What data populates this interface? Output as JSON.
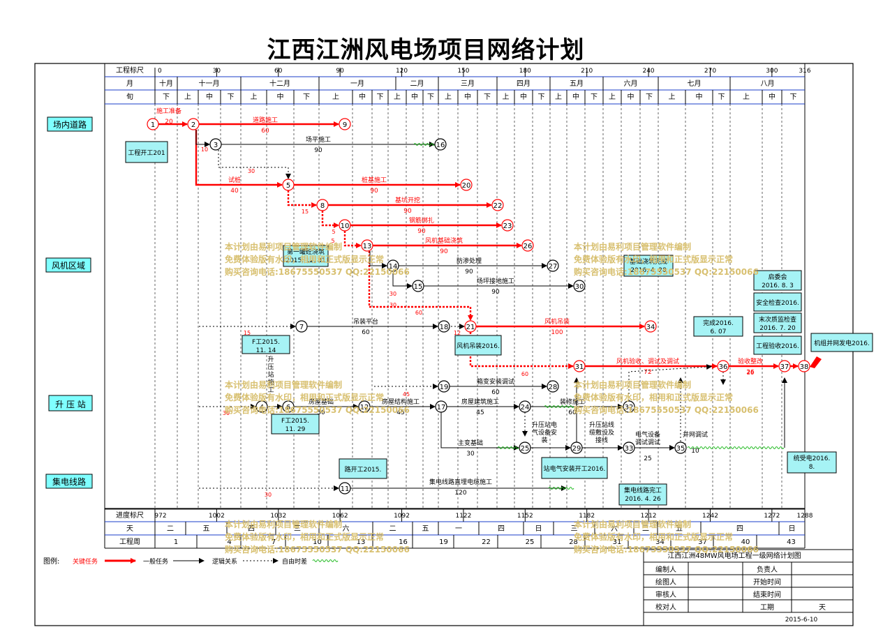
{
  "title": "江西江洲风电场项目网络计划",
  "colors": {
    "critical": "#ff0000",
    "normal": "#000000",
    "float": "#22bb22",
    "header_line": "#1a3cc8",
    "note_bg": "#a6f3f5",
    "tag_bg": "#7fffff",
    "watermark": "#d8c070"
  },
  "header": {
    "scale_label": "工程标尺",
    "month_label": "月",
    "xun_label": "旬",
    "scale_ticks": [
      "0",
      "30",
      "60",
      "90",
      "120",
      "150",
      "180",
      "210",
      "240",
      "270",
      "300",
      "316"
    ],
    "months": [
      "十月",
      "十一月",
      "十二月",
      "一月",
      "二月",
      "三月",
      "四月",
      "五月",
      "六月",
      "七月",
      "八月"
    ],
    "xun": [
      "下",
      "上",
      "中",
      "下",
      "上",
      "中",
      "下",
      "上",
      "中",
      "下",
      "上",
      "中",
      "下",
      "上",
      "中",
      "下",
      "上",
      "中",
      "下",
      "上",
      "中",
      "下",
      "上",
      "中",
      "下",
      "上",
      "中",
      "下",
      "上",
      "中",
      "下"
    ]
  },
  "bottom": {
    "progress_label": "进度标尺",
    "day_label": "天",
    "week_label": "工程周",
    "progress_ticks": [
      "972",
      "1002",
      "1032",
      "1062",
      "1092",
      "1122",
      "1152",
      "1182",
      "1212",
      "1242",
      "1272",
      "1288"
    ],
    "days": [
      "二",
      "五",
      "四",
      "三",
      "六",
      "二",
      "五",
      "一",
      "四",
      "日",
      "三",
      "六",
      "二",
      "五",
      "四",
      "日"
    ],
    "weeks": [
      "1",
      "4",
      "7",
      "10",
      "13",
      "16",
      "19",
      "22",
      "25",
      "28",
      "31",
      "34",
      "37",
      "40",
      "43"
    ]
  },
  "rows": [
    "场内道路",
    "风机区域",
    "升 压 站",
    "集电线路"
  ],
  "nodes": [
    "1",
    "2",
    "3",
    "4",
    "5",
    "6",
    "7",
    "8",
    "9",
    "10",
    "11",
    "12",
    "13",
    "14",
    "15",
    "16",
    "17",
    "18",
    "19",
    "20",
    "21",
    "22",
    "23",
    "24",
    "25",
    "26",
    "27",
    "28",
    "29",
    "30",
    "31",
    "32",
    "33",
    "34",
    "35",
    "36",
    "37",
    "38"
  ],
  "tasks": [
    {
      "name": "施工准备",
      "dur": "20"
    },
    {
      "name": "道路施工",
      "dur": "60"
    },
    {
      "name": "场平施工",
      "dur": "90"
    },
    {
      "name": "试桩",
      "dur": "40"
    },
    {
      "name": "桩基施工",
      "dur": "90"
    },
    {
      "name": "基坑开挖",
      "dur": "90"
    },
    {
      "name": "钢筋绑扎",
      "dur": "90"
    },
    {
      "name": "风机基础浇筑",
      "dur": "90"
    },
    {
      "name": "防渗处理",
      "dur": "90"
    },
    {
      "name": "场坪接地施工",
      "dur": "90"
    },
    {
      "name": "吊装平台",
      "dur": "60"
    },
    {
      "name": "风机吊装",
      "dur": "100"
    },
    {
      "name": "风机验收、调试及调试",
      "dur": "72"
    },
    {
      "name": "验收整改",
      "dur": "26"
    },
    {
      "name": "箱变安装调试",
      "dur": "60"
    },
    {
      "name": "房屋基础",
      "dur": "30"
    },
    {
      "name": "房屋结构施工",
      "dur": "45"
    },
    {
      "name": "房屋建筑施工",
      "dur": "45"
    },
    {
      "name": "装修施工",
      "dur": "60"
    },
    {
      "name": "主变基础",
      "dur": "30"
    },
    {
      "name": "升压站电气设备安装",
      "dur": ""
    },
    {
      "name": "升压站线缆敷设及接线",
      "dur": ""
    },
    {
      "name": "电气设备调试调试",
      "dur": "25"
    },
    {
      "name": "并网调试",
      "dur": "10"
    },
    {
      "name": "集电线路直埋电缆施工",
      "dur": "120"
    },
    {
      "name": "升压站施工",
      "dur": ""
    }
  ],
  "free_float_labels": [
    "10",
    "30",
    "15",
    "5",
    "30",
    "60",
    "60",
    "15",
    "45",
    "30",
    "30",
    "12",
    "26",
    "5",
    "30"
  ],
  "milestones": [
    "工程开工201",
    "第一罐砼浇筑 2015. 12. 31",
    "基础浇筑完成 2016. 4. 28",
    "启委会 2016. 8. 3",
    "安全检查2016.",
    "末次质监检查 2016. 7. 20",
    "工程验收2016.",
    "完成2016. 6. 07",
    "机组并网发电2016.",
    "风机吊装2016.",
    "F工2015. 11. 14",
    "F工2015. 11. 29",
    "路开工2015.",
    "站电气安装开工2016.",
    "集电线路完工 2016. 4. 26",
    "统受电2016. 8."
  ],
  "watermark": {
    "line1": "本计划由易利项目管理软件编制",
    "line2": "免费体验版有水印，相用和正式版显示正常",
    "line3": "购买咨询电话:18675550537 QQ:22150066"
  },
  "legend": {
    "label": "图例:",
    "items": [
      "关键任务",
      "一般任务",
      "逻辑关系",
      "自由时差"
    ]
  },
  "info": {
    "title": "江西江洲48MW风电场工程一级网络计划图",
    "cells": [
      "编制人",
      "负责人",
      "绘图人",
      "开始时间",
      "审核人",
      "结束时间",
      "校对人",
      "工期",
      "天"
    ],
    "date": "2015-6-10"
  }
}
